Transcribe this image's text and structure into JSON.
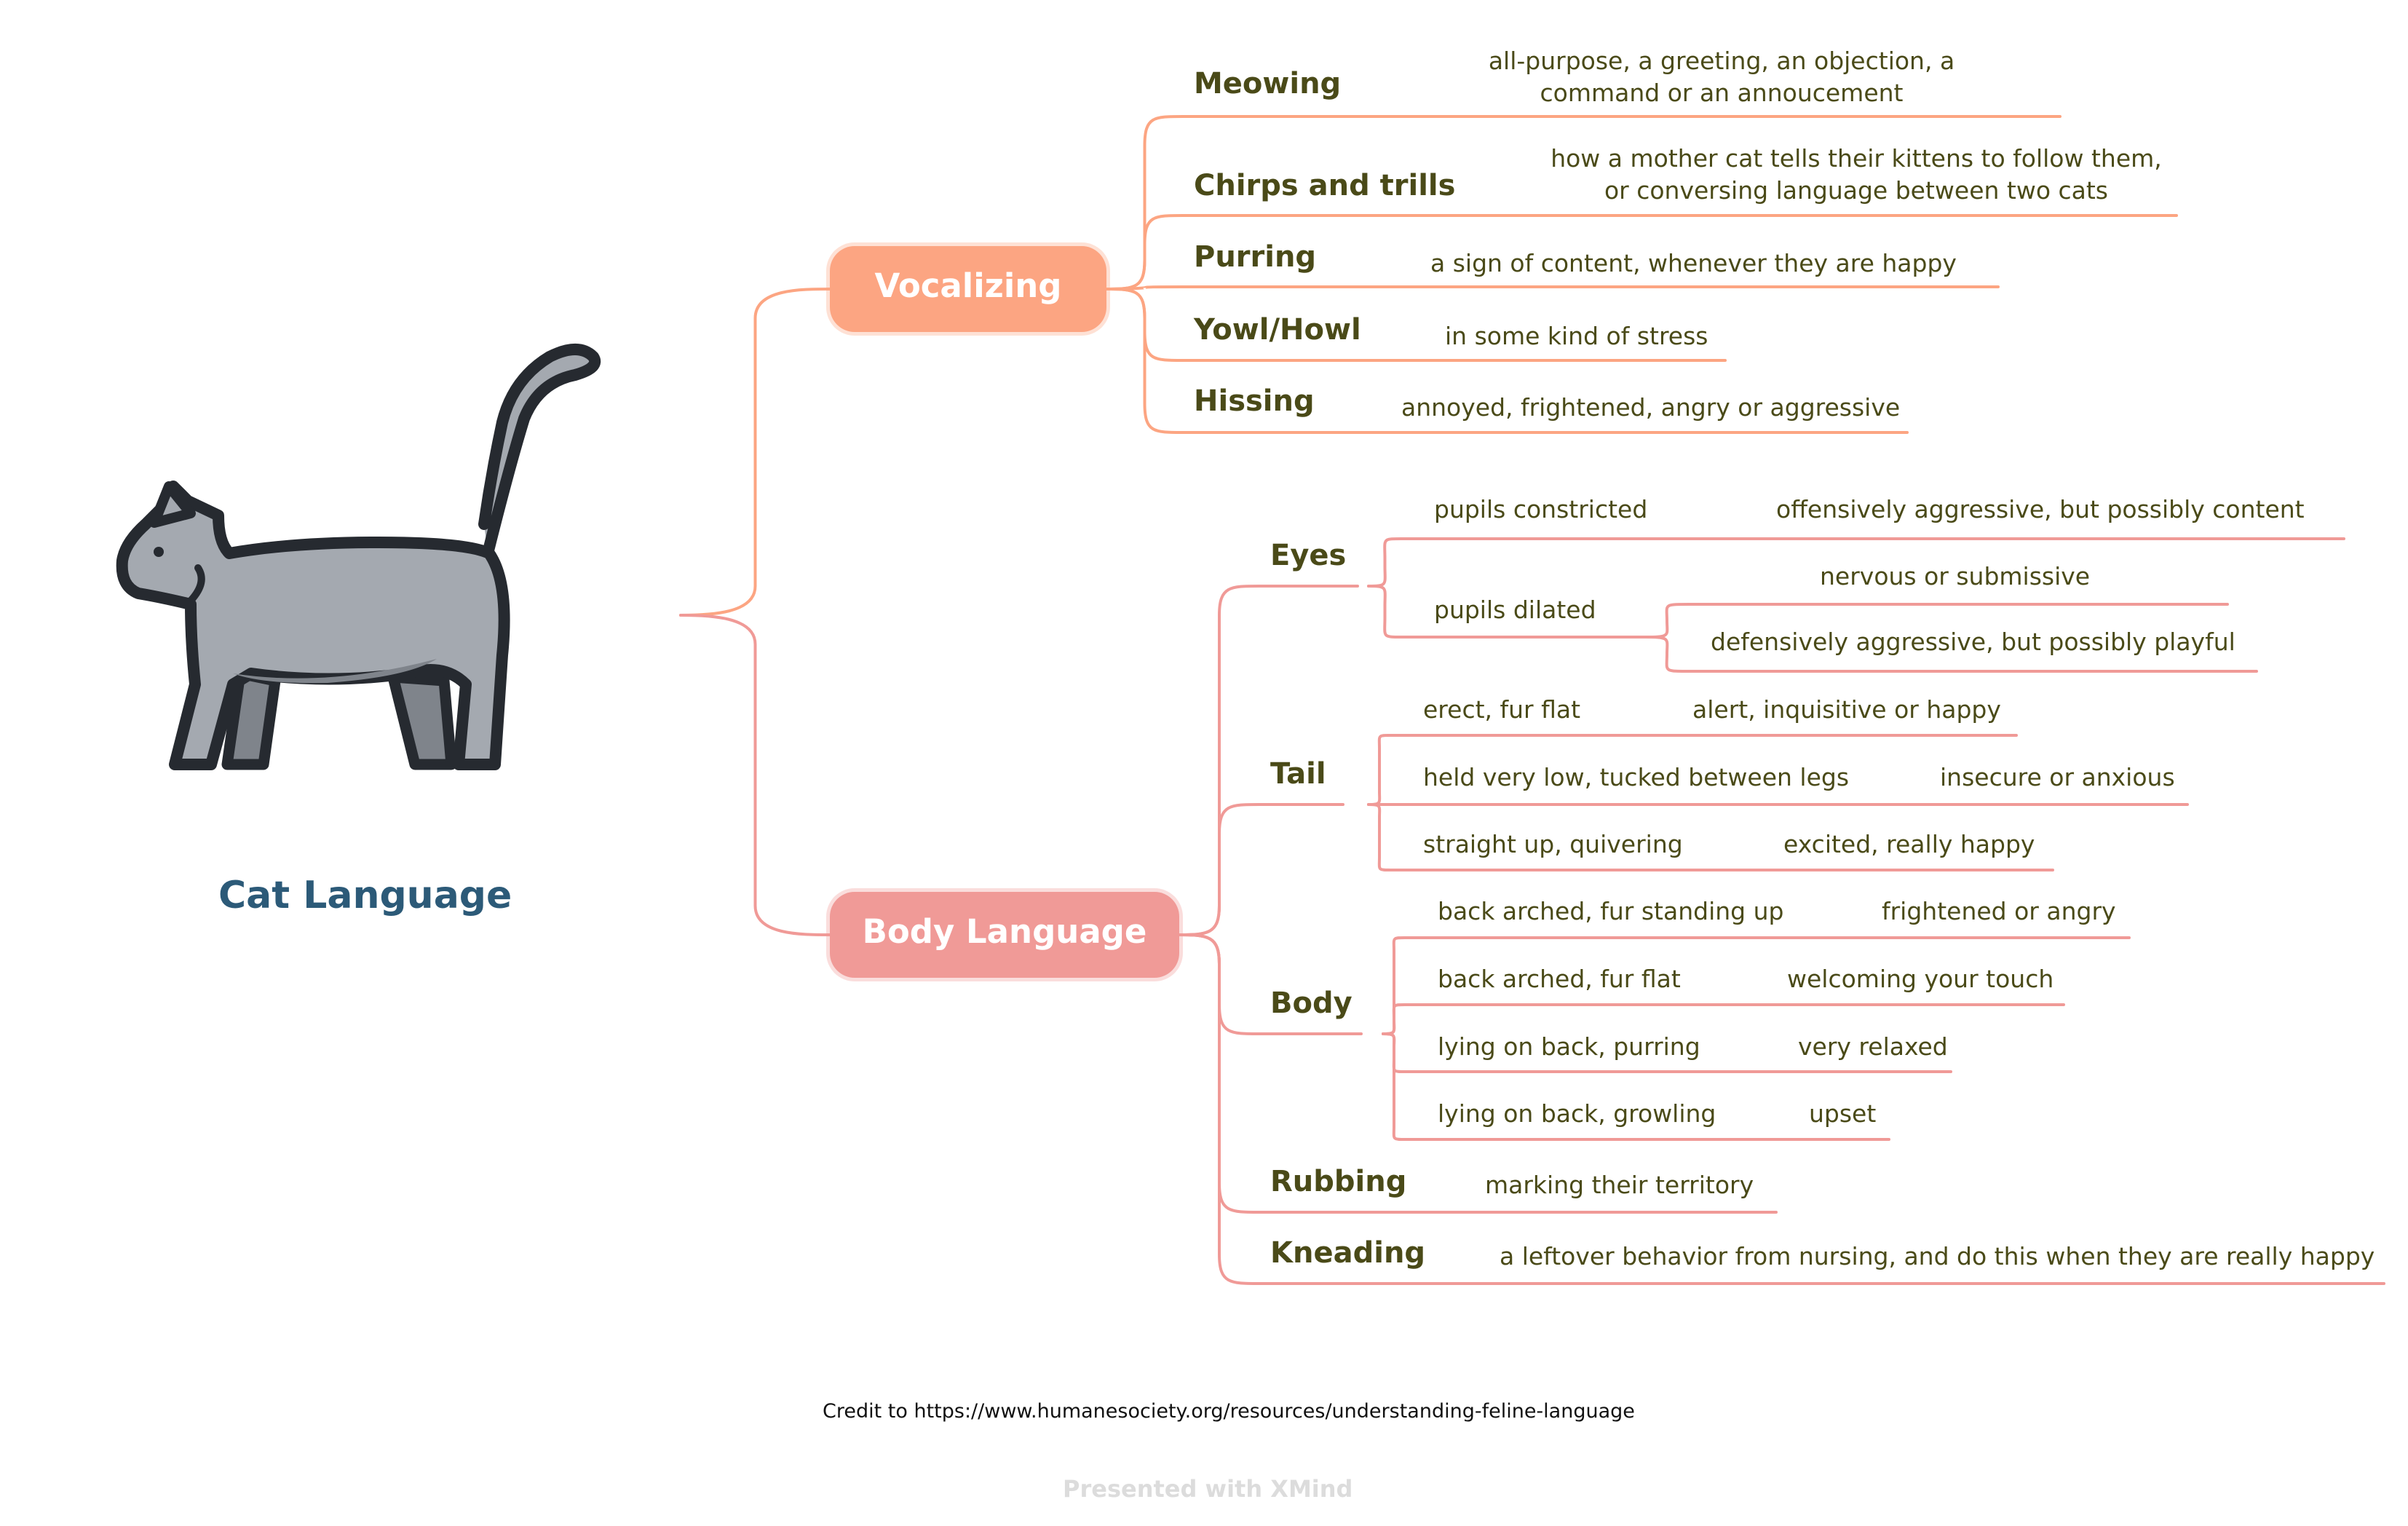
{
  "map": {
    "central": {
      "label": "Cat Language",
      "icon": "cat-icon"
    },
    "colors": {
      "vocalizing": "#fca582",
      "body": "#f09a97",
      "text": "#4a4a18",
      "central": "#2c5a78",
      "cat_body": "#a4a9b0",
      "cat_shadow": "#7f848b",
      "cat_outline": "#262a30"
    },
    "branches": [
      {
        "label": "Vocalizing",
        "color": "vocalizing",
        "children": [
          {
            "label": "Meowing",
            "children": [
              {
                "label": "all-purpose, a greeting, an objection, a command or an annoucement"
              }
            ]
          },
          {
            "label": "Chirps and trills",
            "children": [
              {
                "label": "how a mother cat tells their kittens to follow them, or conversing language between two cats"
              }
            ]
          },
          {
            "label": "Purring",
            "children": [
              {
                "label": "a sign of content, whenever they are happy"
              }
            ]
          },
          {
            "label": "Yowl/Howl",
            "children": [
              {
                "label": "in some kind of stress"
              }
            ]
          },
          {
            "label": "Hissing",
            "children": [
              {
                "label": "annoyed, frightened, angry or aggressive"
              }
            ]
          }
        ]
      },
      {
        "label": "Body Language",
        "color": "body",
        "children": [
          {
            "label": "Eyes",
            "children": [
              {
                "label": "pupils constricted",
                "children": [
                  {
                    "label": "offensively aggressive, but possibly content"
                  }
                ]
              },
              {
                "label": "pupils dilated",
                "children": [
                  {
                    "label": "nervous or submissive"
                  },
                  {
                    "label": "defensively aggressive, but possibly playful"
                  }
                ]
              }
            ]
          },
          {
            "label": "Tail",
            "children": [
              {
                "label": "erect, fur flat",
                "children": [
                  {
                    "label": "alert, inquisitive or happy"
                  }
                ]
              },
              {
                "label": "held very low, tucked between legs",
                "children": [
                  {
                    "label": "insecure or anxious"
                  }
                ]
              },
              {
                "label": "straight up, quivering",
                "children": [
                  {
                    "label": "excited, really happy"
                  }
                ]
              }
            ]
          },
          {
            "label": "Body",
            "children": [
              {
                "label": "back arched, fur standing up",
                "children": [
                  {
                    "label": "frightened or angry"
                  }
                ]
              },
              {
                "label": "back arched, fur flat",
                "children": [
                  {
                    "label": "welcoming your touch"
                  }
                ]
              },
              {
                "label": "lying on back, purring",
                "children": [
                  {
                    "label": "very relaxed"
                  }
                ]
              },
              {
                "label": "lying on back, growling",
                "children": [
                  {
                    "label": "upset"
                  }
                ]
              }
            ]
          },
          {
            "label": "Rubbing",
            "children": [
              {
                "label": "marking their territory"
              }
            ]
          },
          {
            "label": "Kneading",
            "children": [
              {
                "label": "a leftover behavior from nursing, and do this when they are really happy"
              }
            ]
          }
        ]
      }
    ]
  },
  "footer": {
    "credit": "Credit to https://www.humanesociety.org/resources/understanding-feline-language",
    "presented": "Presented with XMind"
  }
}
